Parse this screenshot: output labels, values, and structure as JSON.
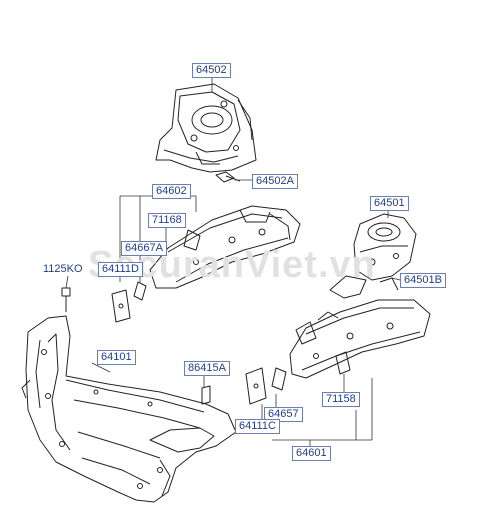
{
  "watermark": "SecuranViet.vn",
  "labels": {
    "p64502": "64502",
    "p64502A": "64502A",
    "p64602": "64602",
    "p71168a": "71168",
    "p64667A": "64667A",
    "p64111D": "64111D",
    "p1125KO": "1125KO",
    "p64501": "64501",
    "p64501B": "64501B",
    "p64101": "64101",
    "p86415A": "86415A",
    "p64657": "64657",
    "p71158": "71158",
    "p64111C": "64111C",
    "p64601": "64601"
  }
}
